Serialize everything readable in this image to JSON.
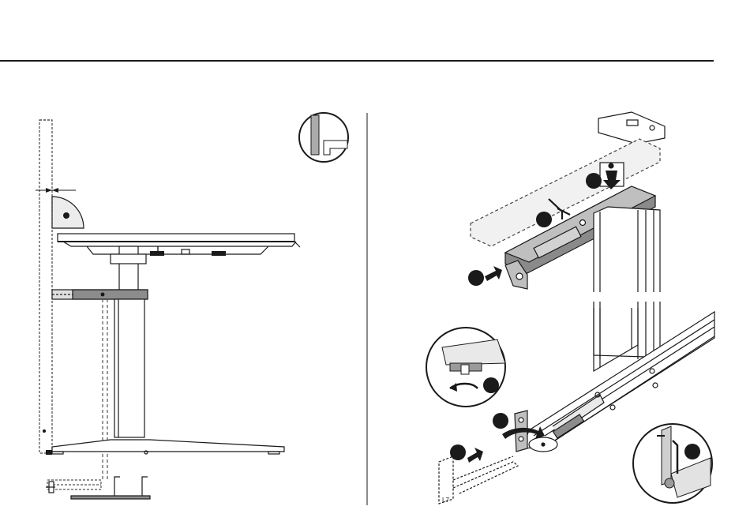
{
  "colors": {
    "ink": "#1a1a1a",
    "grey_bar": "#8c8c8c",
    "light_fill": "#e9e9e9",
    "dashed": "#555555"
  },
  "icons": {
    "detail_zoom_top": "wall-corner-detail",
    "detail_zoom_foot": "foot-glide-rotate-detail",
    "detail_zoom_screw": "wall-bracket-screw-detail",
    "allen_key": "hex-key",
    "arrow": "step-arrow"
  },
  "labels": {
    "bracket_mark": "L7"
  }
}
